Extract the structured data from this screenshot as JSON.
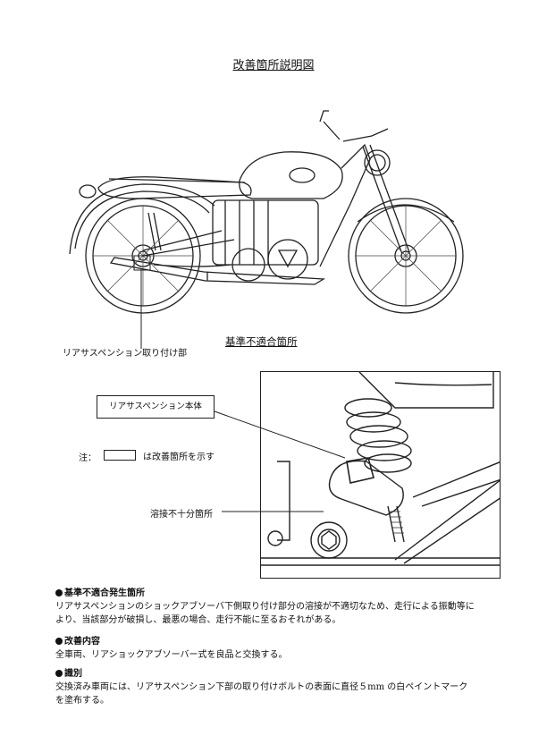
{
  "title": "改善箇所説明図",
  "labels": {
    "rear_mount": "リアサスペンション取り付け部",
    "noncompliant": "基準不適合箇所",
    "suspension_body": "リアサスペンション本体",
    "note_prefix": "注：",
    "note_text": "は改善箇所を示す",
    "weld": "溶接不十分箇所"
  },
  "sections": [
    {
      "heading": "基準不適合発生箇所",
      "body": "リアサスペンションのショックアブソーバ下側取り付け部分の溶接が不適切なため、走行による振動等により、当該部分が破損し、最悪の場合、走行不能に至るおそれがある。"
    },
    {
      "heading": "改善内容",
      "body": "全車両、リアショックアブソーバー式を良品と交換する。"
    },
    {
      "heading": "識別",
      "body": "交換済み車両には、リアサスペンション下部の取り付けボルトの表面に直径５mm の白ペイントマークを塗布する。"
    }
  ]
}
